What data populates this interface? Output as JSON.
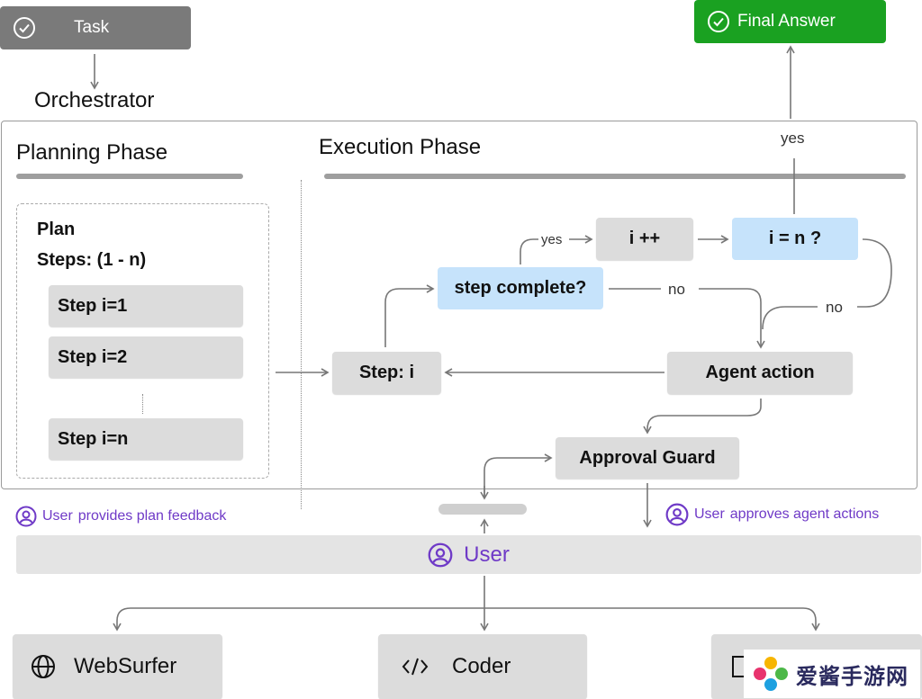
{
  "task": {
    "label": "Task"
  },
  "final_answer": {
    "label": "Final Answer"
  },
  "orchestrator": {
    "title": "Orchestrator"
  },
  "planning": {
    "title": "Planning Phase",
    "plan_title": "Plan",
    "steps_label": "Steps: (1 - n)",
    "steps": [
      "Step i=1",
      "Step i=2",
      "Step i=n"
    ]
  },
  "execution": {
    "title": "Execution Phase",
    "step_i": "Step: i",
    "step_complete": "step complete?",
    "i_increment": "i ++",
    "i_equals_n": "i = n ?",
    "agent_action": "Agent action",
    "approval_guard": "Approval Guard",
    "edge_yes_1": "yes",
    "edge_no_1": "no",
    "edge_no_2": "no",
    "edge_yes_final": "yes"
  },
  "user_feedback": {
    "prefix": "User",
    "text": "provides plan feedback"
  },
  "user_approves": {
    "prefix": "User",
    "text": "approves agent actions"
  },
  "user_bar": {
    "label": "User"
  },
  "agents": [
    "WebSurfer",
    "Coder"
  ],
  "watermark": {
    "text": "爱酱手游网"
  },
  "colors": {
    "task_bg": "#7a7a7a",
    "final_bg": "#1aa121",
    "blue_box": "#c6e3fb",
    "gray_box": "#dcdcdc",
    "purple": "#6f3ac7"
  },
  "icons": [
    "check-circle-icon",
    "user-circle-icon",
    "globe-icon",
    "code-icon",
    "terminal-icon"
  ]
}
